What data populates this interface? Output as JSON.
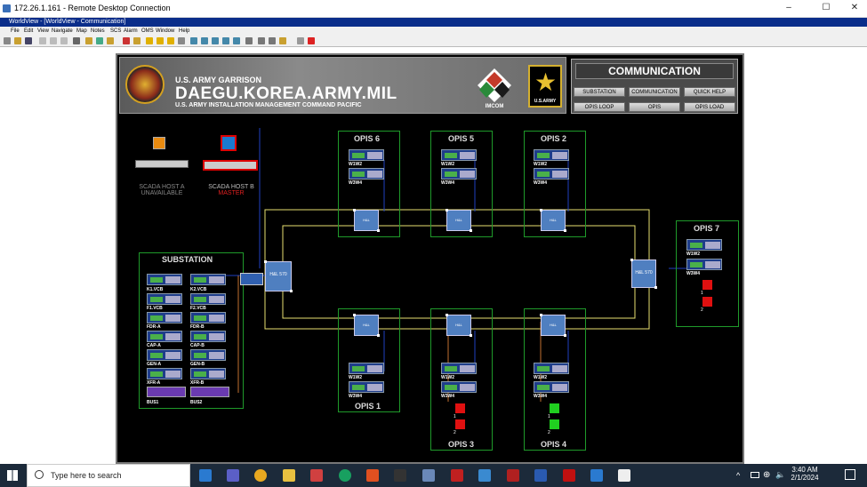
{
  "rdp": {
    "title": "172.26.1.161 - Remote Desktop Connection"
  },
  "app": {
    "title": "WorldView - [WorldView - Communication]"
  },
  "menu": [
    "File",
    "Edit",
    "View",
    "Navigate",
    "Map",
    "Notes",
    "SCS",
    "Alarm",
    "OMS",
    "Window",
    "Help"
  ],
  "banner": {
    "line1": "U.S. ARMY GARRISON",
    "line2": "DAEGU.KOREA.ARMY.MIL",
    "line3": "U.S. ARMY INSTALLATION MANAGEMENT COMMAND PACIFIC",
    "imcom": "IMCOM",
    "army": "U.S.ARMY"
  },
  "nav": {
    "title": "COMMUNICATION",
    "buttons": [
      "SUBSTATION",
      "COMMUNICATION",
      "QUICK HELP",
      "OPIS LOOP",
      "OPIS",
      "OPIS LOAD"
    ]
  },
  "scada": {
    "a_name": "SCADA HOST A",
    "a_status": "UNAVAILABLE",
    "b_name": "SCADA HOST B",
    "b_status": "MASTER"
  },
  "substation": {
    "title": "SUBSTATION",
    "switch": "H&L 570",
    "devices": [
      "K1.VCB",
      "K2.VCB",
      "F1.VCB",
      "F2.VCB",
      "FDR-A",
      "FDR-B",
      "CAP-A",
      "CAP-B",
      "GEN-A",
      "GEN-B",
      "XFR-A",
      "XFR-B"
    ],
    "buses": [
      "BUS1",
      "BUS2"
    ]
  },
  "opis": [
    {
      "name": "OPIS 6",
      "d1": "W1W2",
      "d2": "W3W4"
    },
    {
      "name": "OPIS 5",
      "d1": "W1W2",
      "d2": "W3W4"
    },
    {
      "name": "OPIS 2",
      "d1": "W1W2",
      "d2": "W3W4"
    },
    {
      "name": "OPIS 7",
      "d1": "W1W2",
      "d2": "W3W4",
      "a1": "1",
      "a2": "2",
      "sw": "H&L 570"
    },
    {
      "name": "OPIS 1",
      "d1": "W1W2",
      "d2": "W3W4"
    },
    {
      "name": "OPIS 3",
      "d1": "W1W2",
      "d2": "W3W4",
      "a1": "1",
      "a2": "2"
    },
    {
      "name": "OPIS 4",
      "d1": "W1W2",
      "d2": "W3W4",
      "a1": "1",
      "a2": "2"
    }
  ],
  "colors": {
    "alarm_red": "#e01010",
    "alarm_green": "#20d020",
    "loop": "#e8e070",
    "group": "#1f9a2a"
  },
  "taskbar": {
    "search": "Type here to search",
    "time": "3:40 AM",
    "date": "2/1/2024"
  }
}
